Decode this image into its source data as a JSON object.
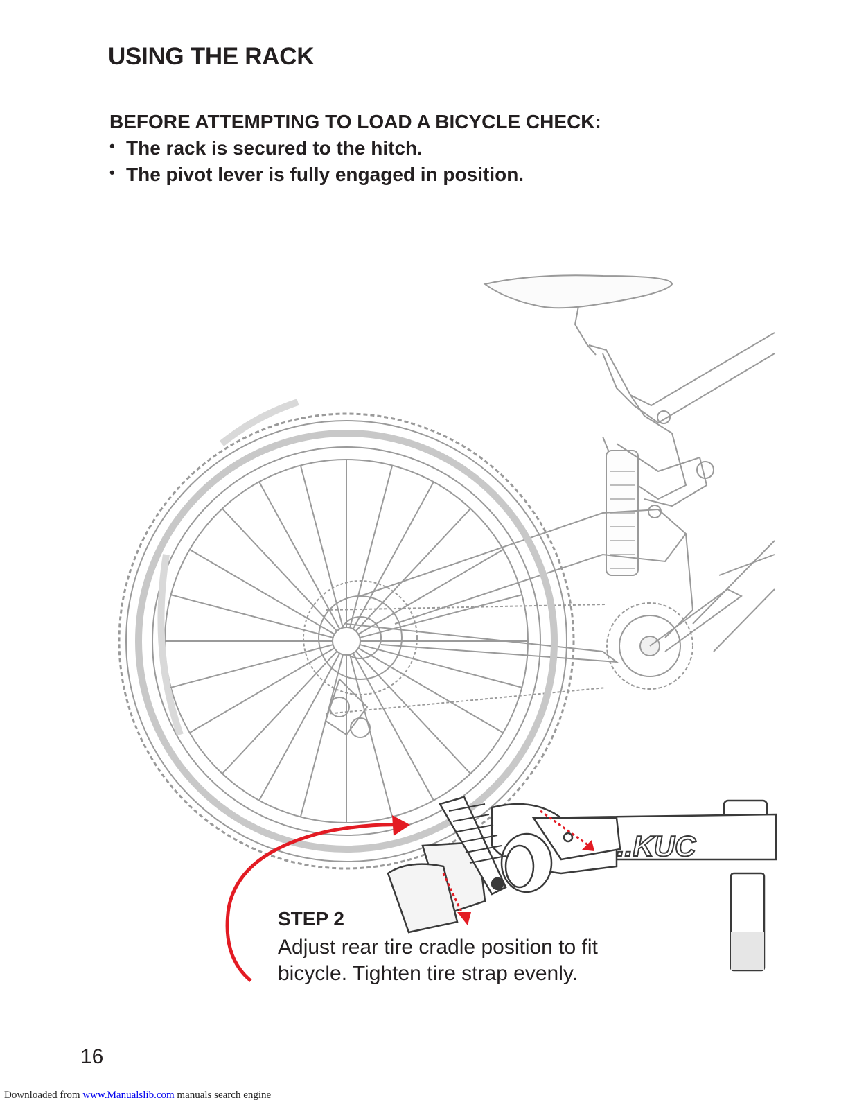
{
  "page": {
    "title": "USING THE RACK",
    "check_heading": "BEFORE ATTEMPTING TO LOAD A BICYCLE CHECK:",
    "check_items": [
      "The rack is secured to the hitch.",
      "The pivot lever is fully engaged in position."
    ],
    "bullet_glyph": "•",
    "step_title": "STEP 2",
    "step_text": "Adjust rear tire cradle position to fit bicycle. Tighten tire strap evenly.",
    "page_number": "16"
  },
  "illustration": {
    "icon": "bicycle-rack-illustration-icon",
    "rack_brand_text": "..KUC",
    "line_color": "#9a9a9a",
    "rack_line_color": "#3a3a3a",
    "arrow_color": "#e31b23"
  },
  "footer": {
    "prefix": "Downloaded from ",
    "link_text": "www.Manualslib.com",
    "suffix": " manuals search engine"
  }
}
